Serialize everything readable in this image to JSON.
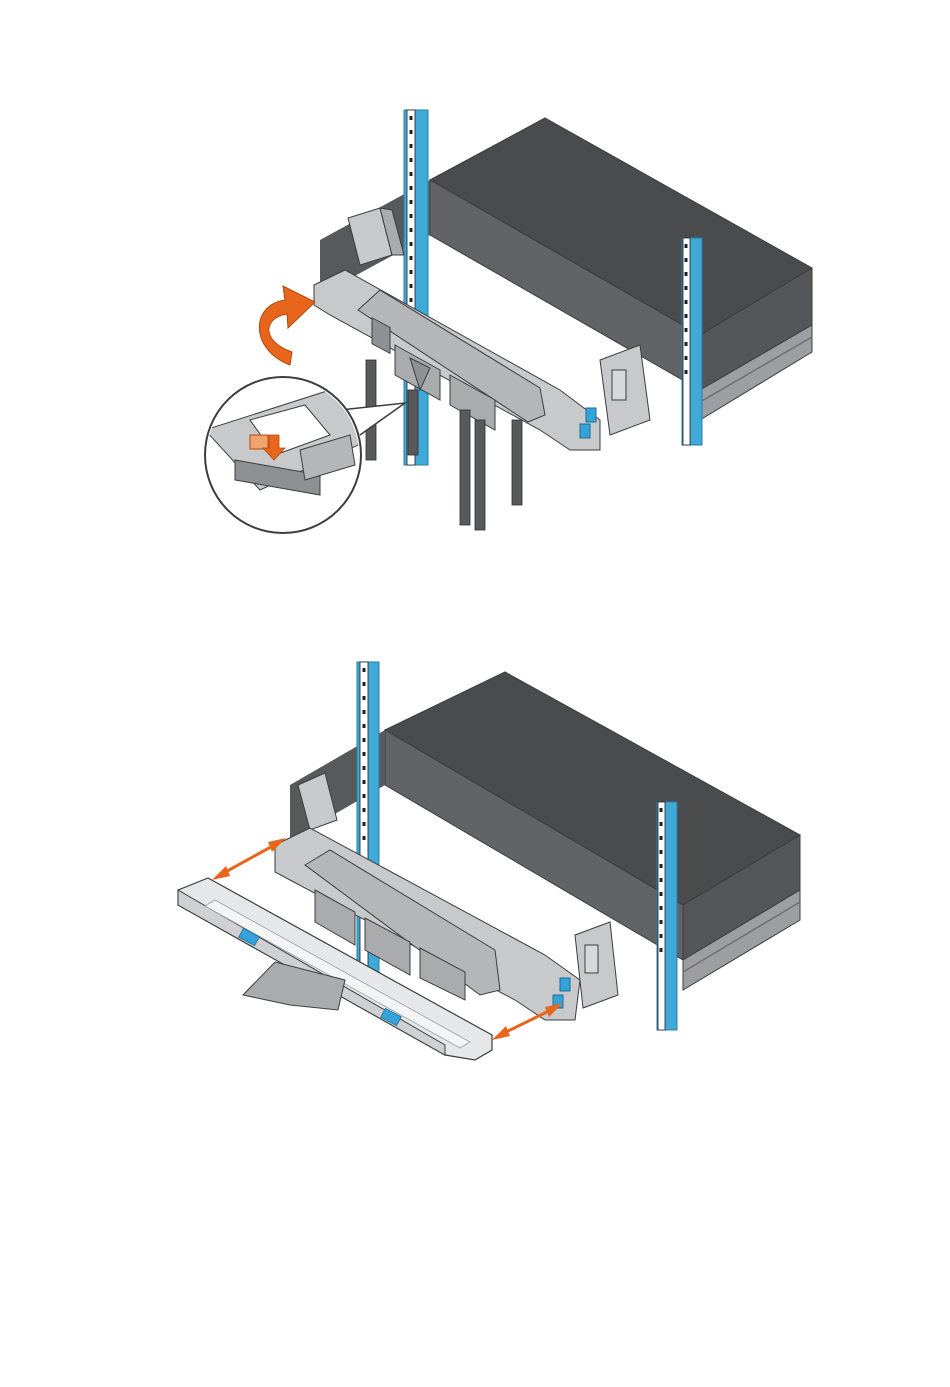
{
  "figures": [
    {
      "id": "cma-fold-and-latch",
      "elements": [
        "server-chassis",
        "rack-post-left",
        "rack-post-right",
        "cable-management-arm",
        "rotate-arrow-icon",
        "latch-zoom-callout",
        "press-down-arrow-icon"
      ]
    },
    {
      "id": "cma-tray-attach",
      "elements": [
        "server-chassis",
        "rack-post-left",
        "rack-post-right",
        "cable-management-arm",
        "cma-tray",
        "attach-arrow-left-icon",
        "attach-arrow-right-icon"
      ]
    }
  ],
  "colors": {
    "chassis_top": "#4a4b4d",
    "chassis_side": "#58595b",
    "chassis_front": "#626366",
    "rack_post": "#3fa9d8",
    "arm_light": "#c8c9cb",
    "arm_mid": "#a9abad",
    "arm_dark": "#8e9093",
    "accent_arrow": "#e8661c",
    "tab_blue": "#34a3d9",
    "tray": "#e6e7e8",
    "outline": "#3d3d3d"
  }
}
